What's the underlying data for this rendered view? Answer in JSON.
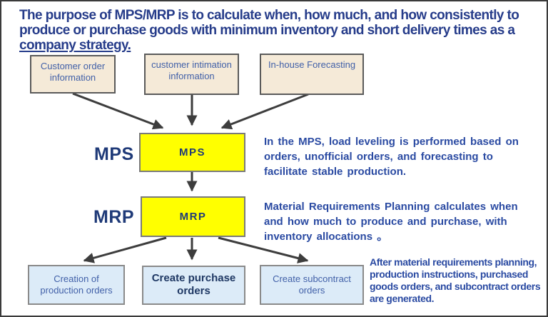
{
  "slide": {
    "title": {
      "line1": "The purpose of MPS/MRP is to calculate when, how much, and how consistently to",
      "line2": "produce or purchase goods with minimum inventory and short delivery times as a",
      "line3": "company strategy."
    },
    "inputs": [
      {
        "label": "Customer order\ninformation"
      },
      {
        "label": "customer intimation\ninformation"
      },
      {
        "label": "In-house Forecasting"
      }
    ],
    "mps": {
      "side_label": "MPS",
      "box_label": "MPS",
      "description": "In the MPS, load leveling is performed based on\norders, unofficial orders, and forecasting to\nfacilitate stable production."
    },
    "mrp": {
      "side_label": "MRP",
      "box_label": "MRP",
      "description": "Material Requirements Planning calculates when\nand how much to produce and purchase, with\ninventory allocations 。"
    },
    "outputs": [
      {
        "label": "Creation of\nproduction orders",
        "emphasis": false
      },
      {
        "label": "Create purchase\norders",
        "emphasis": true
      },
      {
        "label": "Create subcontract\norders",
        "emphasis": false
      }
    ],
    "outputs_note": "After material requirements planning,\nproduction instructions, purchased\ngoods orders, and subcontract orders\nare generated.",
    "colors": {
      "title_blue": "#263c8a",
      "paragraph_blue": "#2a4aa2",
      "navy": "#1f3a78",
      "box_text_blue": "#4160a8",
      "input_box_fill": "#f5ead8",
      "output_box_fill": "#dcebf8",
      "process_box_fill": "#ffff00",
      "arrow_gray": "#3d3d3d"
    }
  }
}
